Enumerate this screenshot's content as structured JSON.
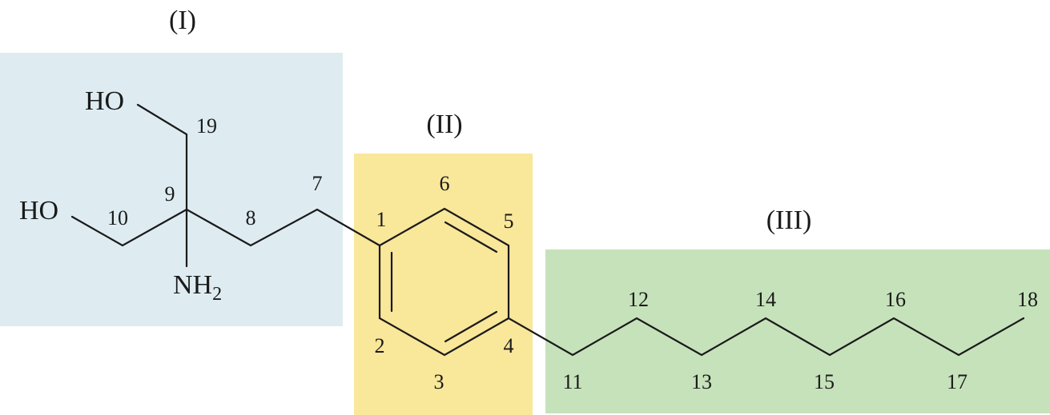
{
  "colors": {
    "region_I": "#deecf2",
    "region_II": "#f9e79a",
    "region_III": "#c6e2bb",
    "bond": "#1a1a1a"
  },
  "regions": {
    "I": "(I)",
    "II": "(II)",
    "III": "(III)"
  },
  "atoms": {
    "ho_top": "HO",
    "ho_left": "HO",
    "nh": "NH",
    "nh_sub": "2"
  },
  "numbers": [
    "1",
    "2",
    "3",
    "4",
    "5",
    "6",
    "7",
    "8",
    "9",
    "10",
    "11",
    "12",
    "13",
    "14",
    "15",
    "16",
    "17",
    "18",
    "19"
  ]
}
